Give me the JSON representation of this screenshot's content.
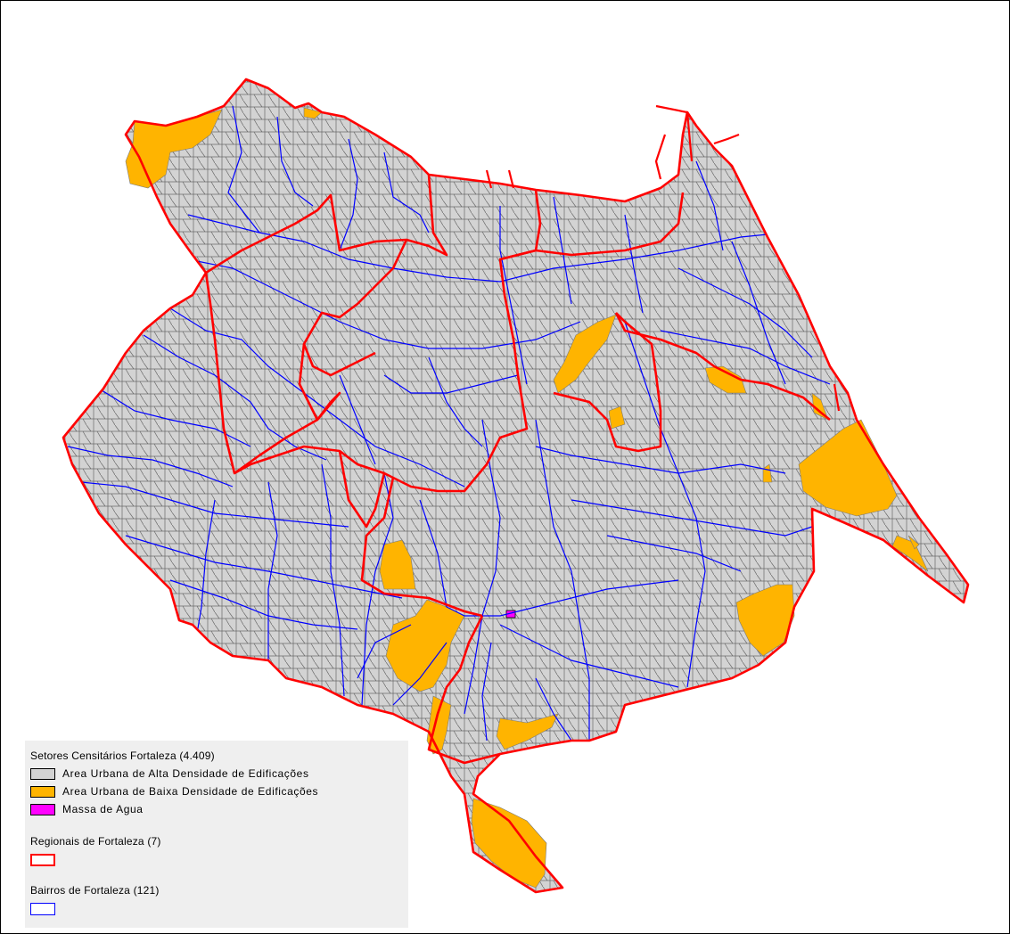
{
  "legend": {
    "sectors": {
      "title": "Setores Censitários Fortaleza (4.409)",
      "items": [
        {
          "label": "Area Urbana de Alta Densidade de Edificações",
          "color": "#d3d3d3"
        },
        {
          "label": "Area Urbana de Baixa Densidade de Edificações",
          "color": "#ffb400"
        },
        {
          "label": "Massa de Agua",
          "color": "#ff00ff"
        }
      ]
    },
    "regionais": {
      "title": "Regionais de Fortaleza (7)",
      "color": "#ff0000"
    },
    "bairros": {
      "title": "Bairros de Fortaleza (121)",
      "color": "#0000ff"
    }
  },
  "colors": {
    "high_density": "#d3d3d3",
    "low_density": "#ffb400",
    "water": "#ff00ff",
    "regional_border": "#ff0000",
    "bairro_border": "#0000ff",
    "sector_lines": "#5a5a5a"
  }
}
